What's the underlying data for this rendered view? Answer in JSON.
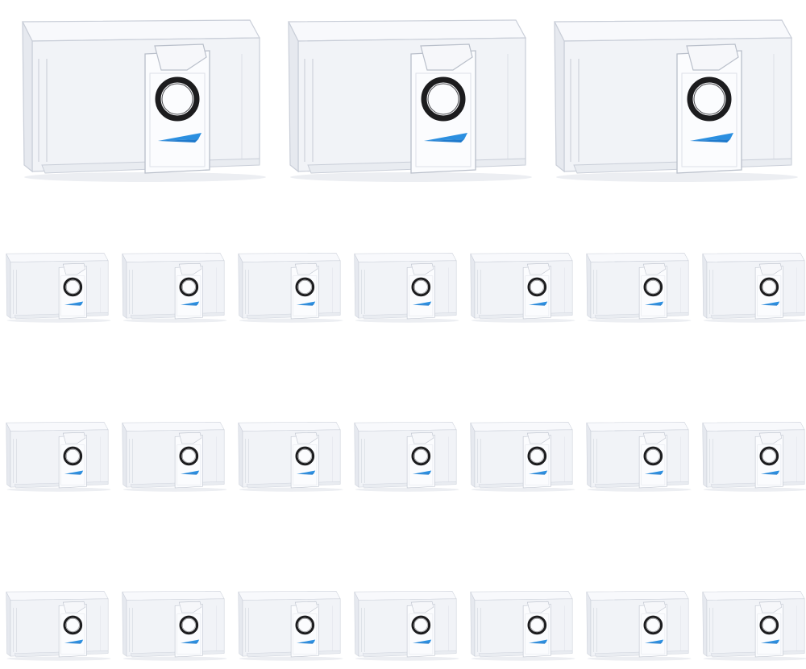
{
  "image": {
    "subject": "dust-bag-icon",
    "background_color": "#ffffff",
    "colors": {
      "box_face": "#f1f3f7",
      "box_top": "#f8f9fc",
      "box_side": "#e6e9ef",
      "box_outline": "#c9ced8",
      "panel_face": "#fbfcfe",
      "ring": "#1c1c1e",
      "accent_arrow": "#2b8fe0"
    },
    "rows": [
      {
        "name": "large-row",
        "count": 3
      },
      {
        "name": "small-row-1",
        "count": 7
      },
      {
        "name": "small-row-2",
        "count": 7
      },
      {
        "name": "small-row-3",
        "count": 7
      }
    ]
  }
}
